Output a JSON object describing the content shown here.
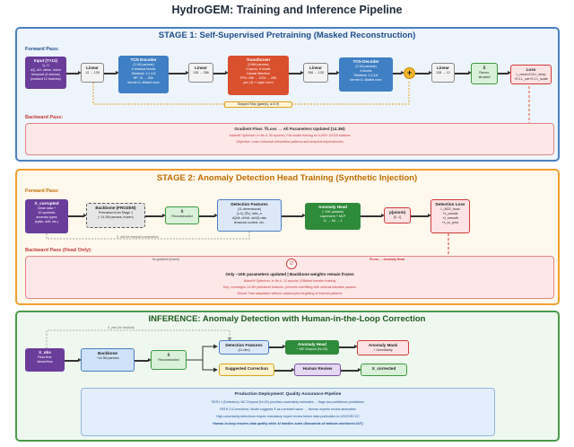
{
  "title": "HydroGEM: Training and Inference Pipeline",
  "stage1": {
    "title": "STAGE 1: Self-Supervised Pretraining (Masked Reconstruction)",
    "forward_label": "Forward Pass:",
    "input": {
      "title": "Input (T×12)",
      "lines": [
        "Q, H",
        "dQ, ΔH, ratios, mtum",
        "temporal (4 sin/cos)",
        "(masked 12 features)"
      ]
    },
    "linear1": {
      "title": "Linear",
      "lines": [
        "12 → 128"
      ]
    },
    "tcn_enc": {
      "title": "TCN Encoder",
      "lines": [
        "(2.1M params)",
        "4 residual blocks",
        "Dilations: 1,2,4,8",
        "RF: 31 → 63h",
        "kernel=3, dilated conv"
      ]
    },
    "linear2": {
      "title": "Linear",
      "lines": [
        "128 → 256"
      ]
    },
    "transformer": {
      "title": "Transformer",
      "lines": [
        "(9.8M params)",
        "6 layers, 8 heads",
        "Causal Attention",
        "FFN: 256 → 1024 → 256",
        "pre-LN + Layer norm"
      ]
    },
    "linear3": {
      "title": "Linear",
      "lines": [
        "256 → 128"
      ]
    },
    "tcn_dec": {
      "title": "TCN Decoder",
      "lines": [
        "(2.1M params)",
        "4 blocks",
        "Dilations: 1,2,4,8",
        "kernel=3, dilated conv"
      ]
    },
    "plus": "+",
    "linear4": {
      "title": "Linear",
      "lines": [
        "128 → 12"
      ]
    },
    "xhat": {
      "title": "X̂",
      "lines": [
        "Recon-",
        "structed"
      ]
    },
    "loss": {
      "title": "Loss",
      "lines": [
        "L_recon=0.8 L_temp",
        "+0.1 L_var+0.1 L_scale"
      ]
    },
    "skip_label": "Skipped Skip (gate(s), a=0.9)",
    "backward_label": "Backward Pass:",
    "gradient_flow": "Gradient Flow: ∇Loss → All Parameters Updated (14.3M)",
    "optimizer": "AdamW Optimizer, lr=5e-4, 30 epochs | Full model training on 5,000+ USGS stations",
    "objective": "Objective: Learn universal streamflow patterns and temporal dependencies"
  },
  "stage2": {
    "title": "STAGE 2: Anomaly Detection Head Training (Synthetic Injection)",
    "forward_label": "Forward Pass:",
    "x_corrupted": {
      "title": "X_corrupted",
      "lines": [
        "Clean data +",
        "10 synthetic",
        "anomaly types",
        "(spike, drift, etc.)"
      ]
    },
    "backbone": {
      "title": "Backbone (FROZEN)",
      "lines": [
        "Pretrained from Stage 1",
        "(~14.3M params, frozen)"
      ]
    },
    "xhat": {
      "title": "X̂",
      "lines": [
        "Reconstructed"
      ]
    },
    "features": {
      "title": "Detection Features",
      "lines": [
        "(11-dimensional)",
        "|x-x̂|, |∇x|, ratio_σ",
        "dQ/dt, dH/dt, wl/dQ ratio",
        "temporal context, etc."
      ]
    },
    "head": {
      "title": "Anomaly Head",
      "lines": [
        "(~10K params)",
        "Layernorm + MLP",
        "11 → 64 → 1"
      ]
    },
    "panom": {
      "title": "p(anom)",
      "lines": [
        "[0, 1]"
      ]
    },
    "loss": {
      "title": "Detection Loss",
      "lines": [
        "L_BCE_focal",
        "+λ_consist",
        "+λ_smooth",
        "+λ_cc_prior"
      ]
    },
    "side_note": "X_obs for residual computation",
    "backward_label": "Backward Pass (Head Only):",
    "no_grad": "No gradient (frozen)",
    "grad_label": "∇Loss → Anomaly Head",
    "circle_mark": "∅",
    "only_head": "Only ~10K parameters updated | Backbone weights remain frozen",
    "optimizer": "AdamW Optimizer, lr=5e-4, 12 epochs | Efficient transfer training",
    "key_insight": "Key: Leverages 14.3M pretrained features; prevents overfitting with minimal trainable params",
    "result": "Result: Fast adaptation without catastrophic forgetting of learned patterns"
  },
  "inference": {
    "title": "INFERENCE: Anomaly Detection with Human-in-the-Loop Correction",
    "x_obs": {
      "title": "X_obs",
      "lines": [
        "Real-time",
        "streamflow"
      ]
    },
    "backbone": {
      "title": "Backbone",
      "lines": [
        "~14.3M params"
      ]
    },
    "xhat": {
      "title": "X̂",
      "lines": [
        "Reconstructed"
      ]
    },
    "features": {
      "title": "Detection Features",
      "lines": [
        "(11-dim)"
      ]
    },
    "head": {
      "title": "Anomaly Head",
      "lines": [
        "+ MC Dropout (N=20)"
      ]
    },
    "mask": {
      "title": "Anomaly Mask",
      "lines": [
        "+ Uncertainty"
      ]
    },
    "suggested": {
      "title": "Suggested Correction",
      "lines": []
    },
    "review": {
      "title": "Human Review",
      "lines": []
    },
    "corrected": {
      "title": "X_corrected",
      "lines": []
    },
    "residual_label": "X_obs (for residual)",
    "deploy": {
      "title": "Production Deployment: Quality Assurance Pipeline",
      "lines": [
        "PATH 1 (Detection): MC Dropout (N=20) provides uncertainty estimates → flags low-confidence predictions",
        "PATH 2 (Correction): Model suggests X̂ as corrected value → Human experts review anomalies",
        "High-uncertainty detections require mandatory expert review before data publication to USGS/ECCC",
        "Human-in-loop ensures data quality while AI handles scale (thousands of stations monitored 24/7)"
      ]
    }
  }
}
